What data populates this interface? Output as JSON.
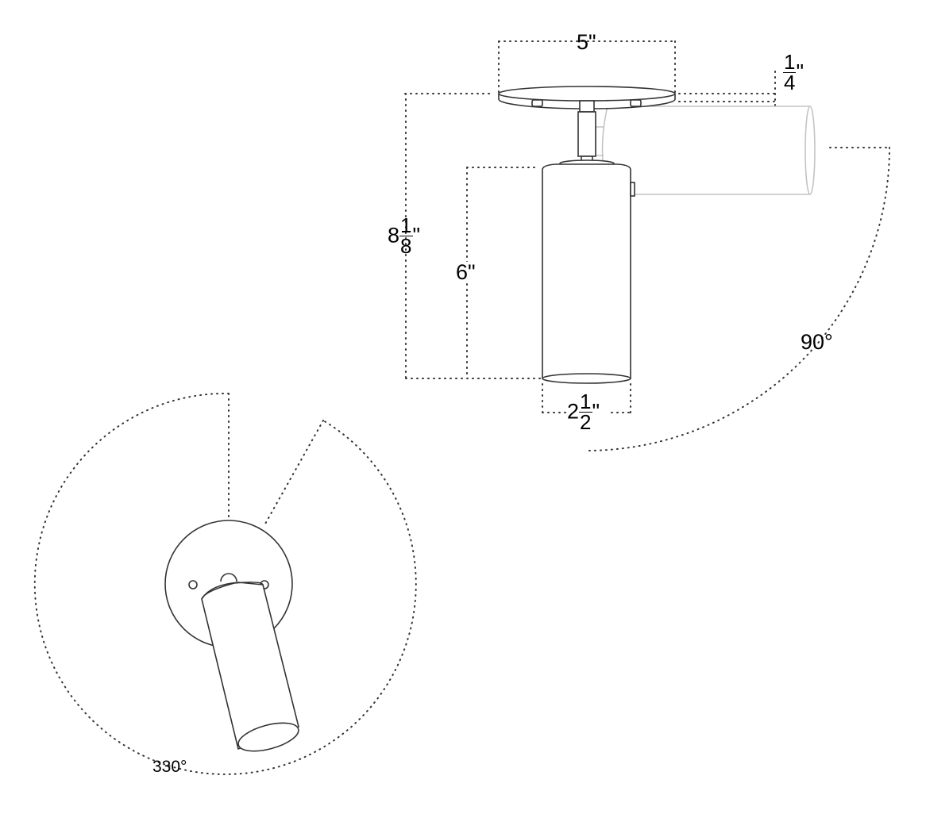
{
  "diagram": {
    "subject": "ceiling spotlight fixture dimension drawing",
    "dimensions": {
      "canopy_width": {
        "whole": "5",
        "unit": "\""
      },
      "canopy_thickness": {
        "numerator": "1",
        "denominator": "4",
        "unit": "\""
      },
      "overall_height": {
        "whole": "8",
        "numerator": "1",
        "denominator": "8",
        "unit": "\""
      },
      "shade_height": {
        "whole": "6",
        "unit": "\""
      },
      "shade_diameter": {
        "whole": "2",
        "numerator": "1",
        "denominator": "2",
        "unit": "\""
      }
    },
    "angles": {
      "tilt": "90°",
      "rotation": "330°"
    },
    "colors": {
      "line": "#333333",
      "ghost_line": "#c4c4c4",
      "text": "#000000",
      "background": "#ffffff"
    }
  }
}
